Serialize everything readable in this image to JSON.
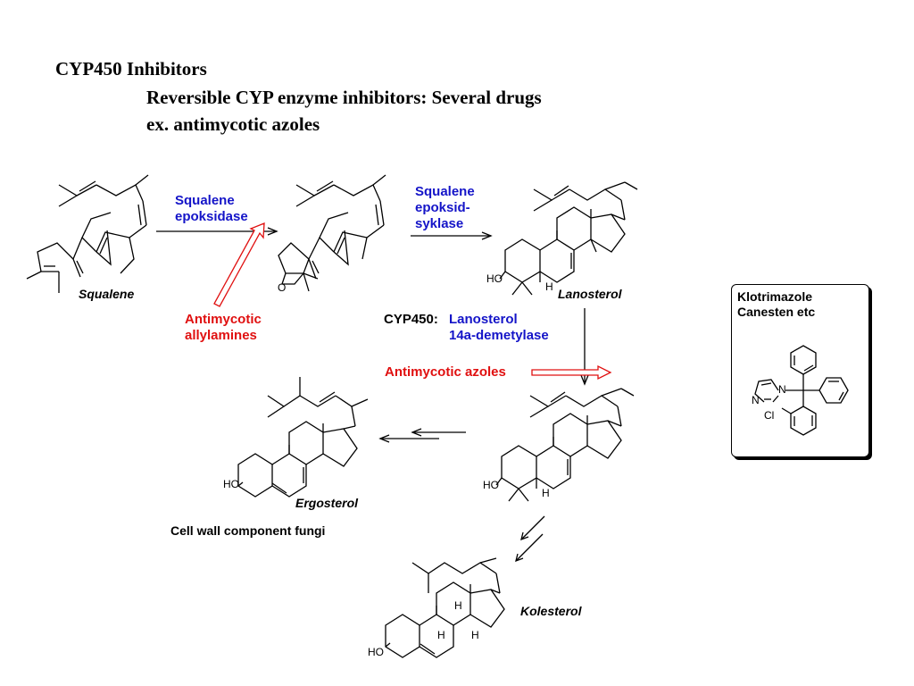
{
  "slide": {
    "title": "CYP450 Inhibitors",
    "subtitle_line1": "Reversible CYP enzyme inhibitors: Several drugs",
    "subtitle_line2": "ex. antimycotic azoles"
  },
  "enzymes": {
    "squalene_epoxidase": [
      "Squalene",
      "epoksidase"
    ],
    "squalene_epoxide_cyclase": [
      "Squalene",
      "epoksid-",
      "syklase"
    ],
    "cyp450_prefix": "CYP450:",
    "lanosterol_demethylase": [
      "Lanosterol",
      "14a-demetylase"
    ]
  },
  "inhibitors": {
    "allylamines": [
      "Antimycotic",
      "allylamines"
    ],
    "azoles": "Antimycotic azoles"
  },
  "molecules": {
    "squalene": "Squalene",
    "lanosterol": "Lanosterol",
    "ergosterol": "Ergosterol",
    "kolesterol": "Kolesterol"
  },
  "atom_labels": {
    "oxygen": "O",
    "hydroxyl": "HO",
    "hydrogen": "H",
    "nitrogen": "N",
    "chlorine": "Cl"
  },
  "note": "Cell wall component fungi",
  "klotrimazole_box": {
    "title_line1": "Klotrimazole",
    "title_line2": "Canesten etc"
  },
  "colors": {
    "enzyme_text": "#1414c8",
    "inhibitor_text": "#e01010",
    "inhibitor_arrow": "#e01010"
  }
}
